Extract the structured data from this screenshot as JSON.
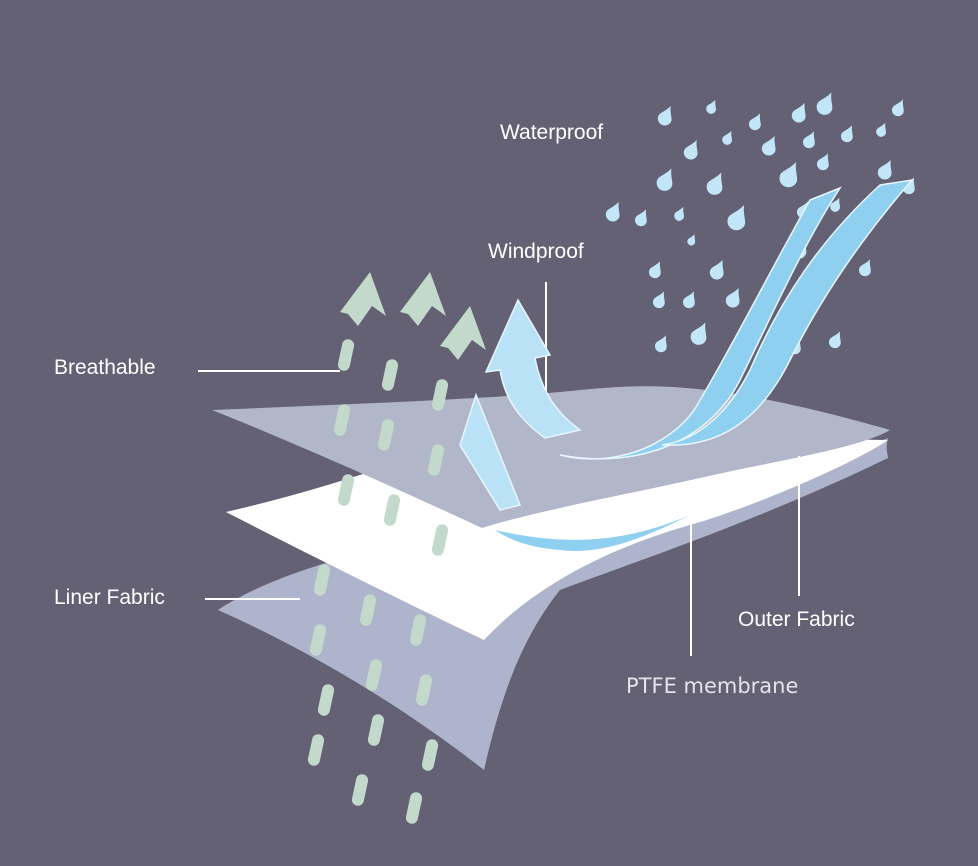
{
  "labels": {
    "waterproof": "Waterproof",
    "windproof": "Windproof",
    "breathable": "Breathable",
    "liner_fabric": "Liner Fabric",
    "outer_fabric": "Outer Fabric",
    "ptfe_membrane": "PTFE membrane"
  },
  "colors": {
    "background": "#636173",
    "outer_fabric": "#b1b6c9",
    "liner_fabric": "#aeb4cb",
    "membrane": "#ffffff",
    "wind_stream": "#8fd0f1",
    "water_drop": "#c2e6f8",
    "vapor": "#c3d9cb",
    "leader_line": "#ffffff"
  },
  "icons": [
    "water-drop-icon",
    "wind-arrow-icon",
    "vapor-arrow-icon"
  ]
}
